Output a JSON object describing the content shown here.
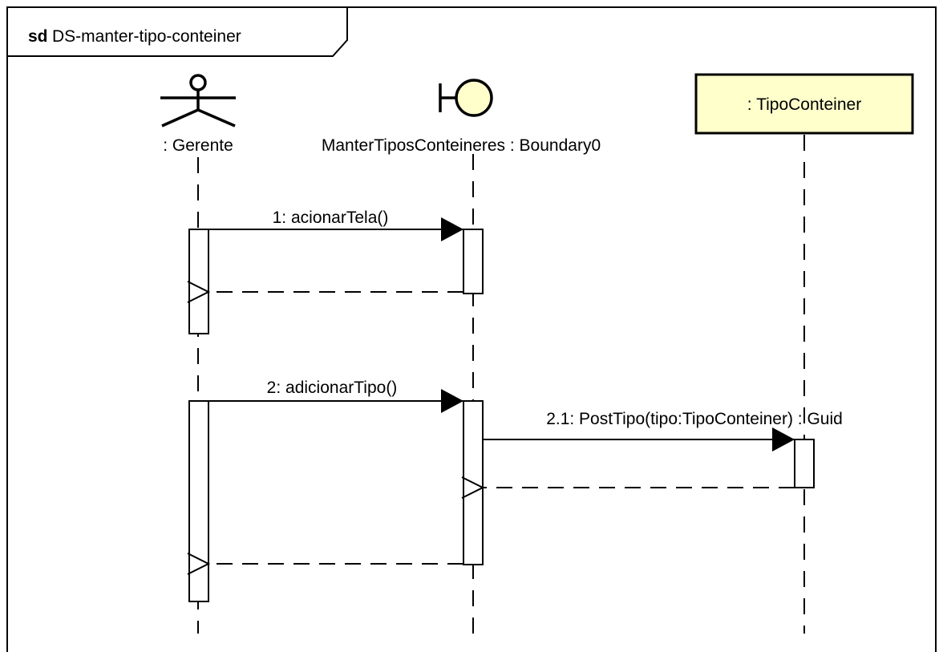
{
  "frame": {
    "keyword": "sd",
    "name": "DS-manter-tipo-conteiner"
  },
  "participants": {
    "actor": {
      "label": ": Gerente",
      "icon": "actor-stick-figure-icon"
    },
    "boundary": {
      "label": "ManterTiposConteineres : Boundary0",
      "icon": "boundary-icon"
    },
    "entity": {
      "label": ": TipoConteiner"
    }
  },
  "messages": {
    "m1": {
      "label": "1: acionarTela()"
    },
    "m2": {
      "label": "2: adicionarTipo()"
    },
    "m21": {
      "label": "2.1: PostTipo(tipo:TipoConteiner) : Guid"
    }
  },
  "colors": {
    "stroke": "#000000",
    "entity_fill": "#ffffcc",
    "boundary_fill": "#ffffcc",
    "background": "#ffffff"
  }
}
